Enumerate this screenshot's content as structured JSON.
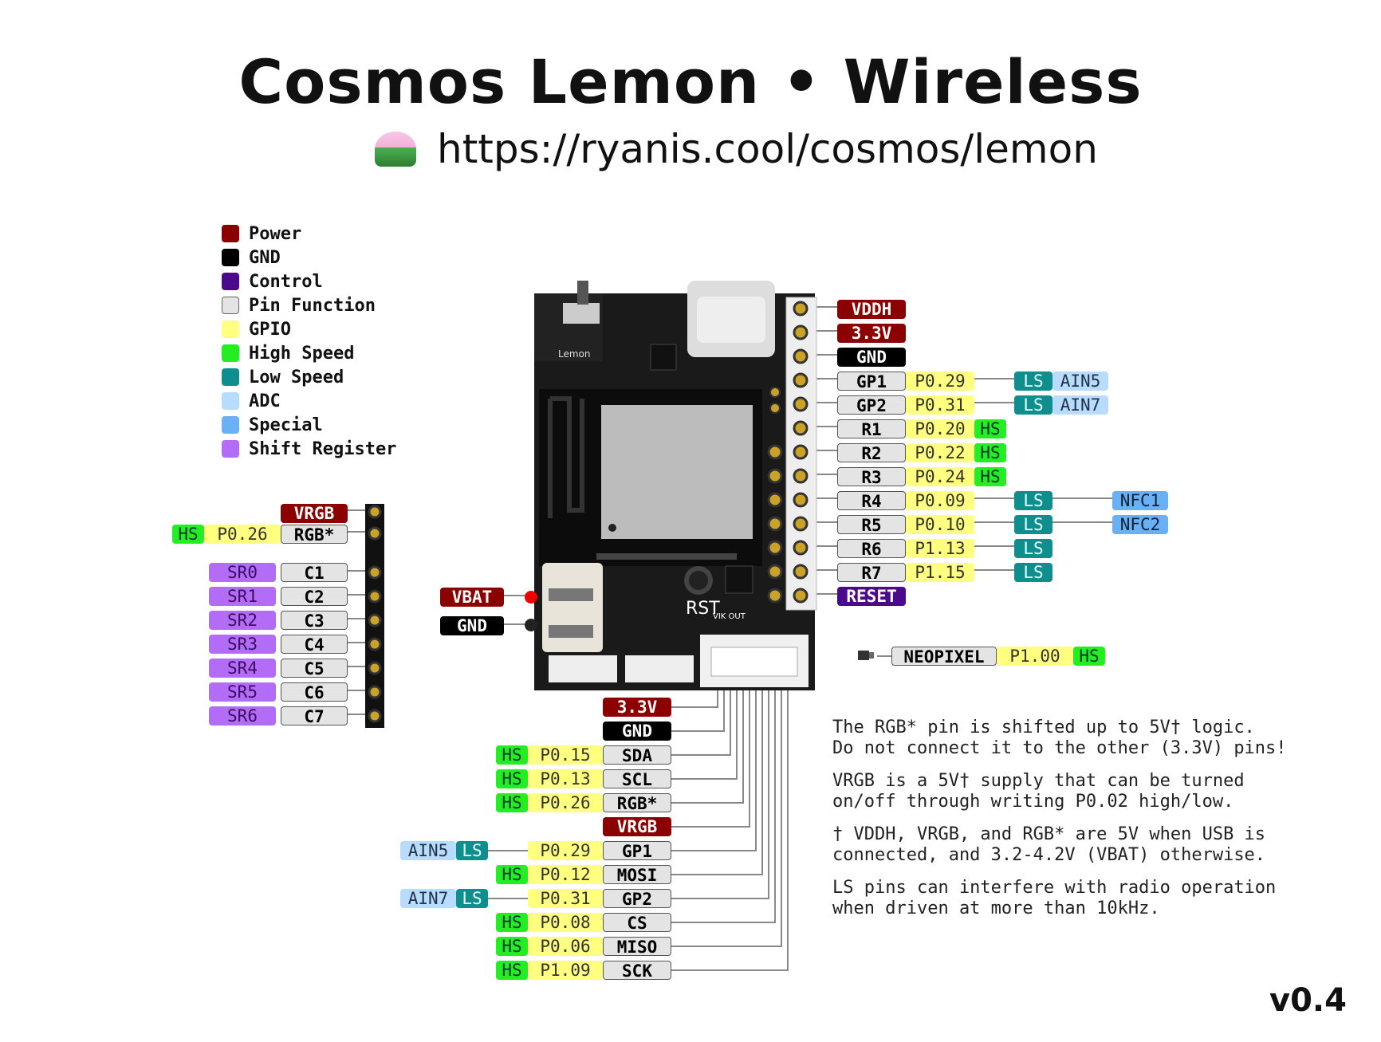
{
  "title": "Cosmos Lemon • Wireless",
  "url": "https://ryanis.cool/cosmos/lemon",
  "version": "v0.4",
  "legend": [
    {
      "label": "Power",
      "color": "#8b0000"
    },
    {
      "label": "GND",
      "color": "#000000"
    },
    {
      "label": "Control",
      "color": "#4b0a8a"
    },
    {
      "label": "Pin Function",
      "color": "#e4e4e4"
    },
    {
      "label": "GPIO",
      "color": "#ffff80"
    },
    {
      "label": "High Speed",
      "color": "#22ee22"
    },
    {
      "label": "Low Speed",
      "color": "#0f8e8e"
    },
    {
      "label": "ADC",
      "color": "#b8dcff"
    },
    {
      "label": "Special",
      "color": "#6ab0f5"
    },
    {
      "label": "Shift Register",
      "color": "#b36cf5"
    }
  ],
  "board": {
    "silk_name": "Lemon",
    "rst_label": "RST",
    "vik_label": "VIK OUT"
  },
  "right_pins": [
    {
      "name": "VDDH",
      "type": "pw"
    },
    {
      "name": "3.3V",
      "type": "pw"
    },
    {
      "name": "GND",
      "type": "gnd"
    },
    {
      "name": "GP1",
      "gpio": "P0.29",
      "speed": "LS",
      "extra": "AIN5",
      "extra_type": "adc"
    },
    {
      "name": "GP2",
      "gpio": "P0.31",
      "speed": "LS",
      "extra": "AIN7",
      "extra_type": "adc"
    },
    {
      "name": "R1",
      "gpio": "P0.20",
      "speed": "HS"
    },
    {
      "name": "R2",
      "gpio": "P0.22",
      "speed": "HS"
    },
    {
      "name": "R3",
      "gpio": "P0.24",
      "speed": "HS"
    },
    {
      "name": "R4",
      "gpio": "P0.09",
      "speed": "LS",
      "extra": "NFC1",
      "extra_type": "sp"
    },
    {
      "name": "R5",
      "gpio": "P0.10",
      "speed": "LS",
      "extra": "NFC2",
      "extra_type": "sp"
    },
    {
      "name": "R6",
      "gpio": "P1.13",
      "speed": "LS"
    },
    {
      "name": "R7",
      "gpio": "P1.15",
      "speed": "LS"
    },
    {
      "name": "RESET",
      "type": "ctl"
    }
  ],
  "left_pins": {
    "vrgb": "VRGB",
    "rgb": {
      "name": "RGB*",
      "gpio": "P0.26",
      "speed": "HS"
    },
    "columns": [
      {
        "name": "C1",
        "sr": "SR0"
      },
      {
        "name": "C2",
        "sr": "SR1"
      },
      {
        "name": "C3",
        "sr": "SR2"
      },
      {
        "name": "C4",
        "sr": "SR3"
      },
      {
        "name": "C5",
        "sr": "SR4"
      },
      {
        "name": "C6",
        "sr": "SR5"
      },
      {
        "name": "C7",
        "sr": "SR6"
      }
    ]
  },
  "battery": {
    "vbat": "VBAT",
    "gnd": "GND"
  },
  "neopixel": {
    "name": "NEOPIXEL",
    "gpio": "P1.00",
    "speed": "HS"
  },
  "bottom_pins": [
    {
      "name": "3.3V",
      "type": "pw"
    },
    {
      "name": "GND",
      "type": "gnd"
    },
    {
      "name": "SDA",
      "gpio": "P0.15",
      "speed": "HS"
    },
    {
      "name": "SCL",
      "gpio": "P0.13",
      "speed": "HS"
    },
    {
      "name": "RGB*",
      "gpio": "P0.26",
      "speed": "HS"
    },
    {
      "name": "VRGB",
      "type": "pw"
    },
    {
      "name": "GP1",
      "gpio": "P0.29",
      "speed": "LS",
      "extra": "AIN5"
    },
    {
      "name": "MOSI",
      "gpio": "P0.12",
      "speed": "HS"
    },
    {
      "name": "GP2",
      "gpio": "P0.31",
      "speed": "LS",
      "extra": "AIN7"
    },
    {
      "name": "CS",
      "gpio": "P0.08",
      "speed": "HS"
    },
    {
      "name": "MISO",
      "gpio": "P0.06",
      "speed": "HS"
    },
    {
      "name": "SCK",
      "gpio": "P1.09",
      "speed": "HS"
    }
  ],
  "notes": [
    "The RGB* pin is shifted up to 5V† logic.\nDo not connect it to the other (3.3V) pins!",
    "VRGB is a 5V† supply that can be turned\non/off through writing P0.02 high/low.",
    "† VDDH, VRGB, and RGB* are 5V when USB is\nconnected, and 3.2-4.2V (VBAT) otherwise.",
    "LS pins can interfere with radio operation\nwhen driven at more than 10kHz."
  ]
}
